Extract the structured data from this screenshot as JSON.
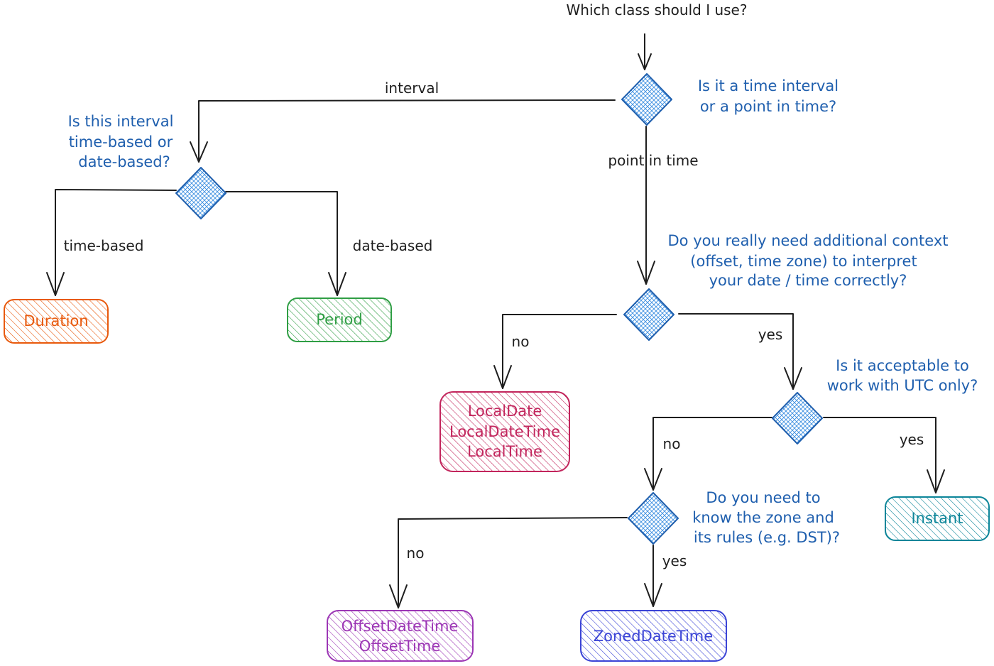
{
  "title": "Which class should I use?",
  "colors": {
    "question": "#1f5fae",
    "line": "#1e1e1e",
    "decision": "#3b8ee0",
    "duration": "#e8590c",
    "period": "#2f9e44",
    "local": "#c2255c",
    "offset": "#9c36b5",
    "zoned": "#3b44d6",
    "instant": "#0c8599"
  },
  "questions": {
    "q1": [
      "Is it a time interval",
      "or a point in time?"
    ],
    "q2": [
      "Is this interval",
      "time-based or",
      "date-based?"
    ],
    "q3": [
      "Do you really need additional context",
      "(offset, time zone) to interpret",
      "your date / time correctly?"
    ],
    "q4": [
      "Is it acceptable to",
      "work with UTC only?"
    ],
    "q5": [
      "Do you need to",
      "know the zone and",
      "its rules (e.g. DST)?"
    ]
  },
  "edges": {
    "interval": "interval",
    "point_in_time": "point in time",
    "time_based": "time-based",
    "date_based": "date-based",
    "q3_no": "no",
    "q3_yes": "yes",
    "q4_no": "no",
    "q4_yes": "yes",
    "q5_no": "no",
    "q5_yes": "yes"
  },
  "results": {
    "duration": [
      "Duration"
    ],
    "period": [
      "Period"
    ],
    "local": [
      "LocalDate",
      "LocalDateTime",
      "LocalTime"
    ],
    "offset": [
      "OffsetDateTime",
      "OffsetTime"
    ],
    "zoned": [
      "ZonedDateTime"
    ],
    "instant": [
      "Instant"
    ]
  }
}
